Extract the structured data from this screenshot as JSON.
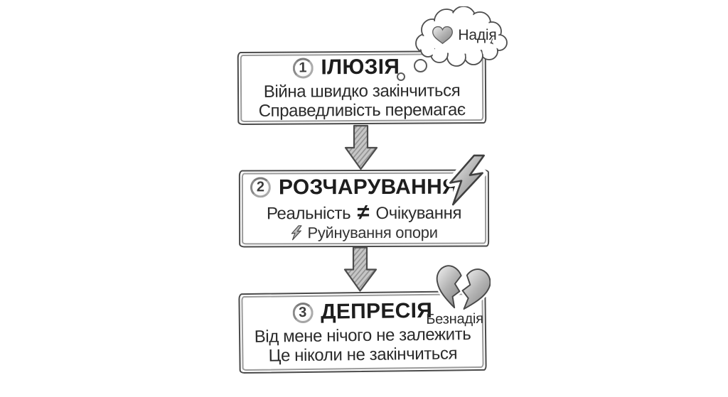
{
  "bubble": {
    "label": "Надія",
    "icon": "heart-icon"
  },
  "stages": {
    "illusion": {
      "number": "1",
      "title": "ІЛЮЗІЯ",
      "line1": "Війна швидко закінчиться",
      "line2": "Справедливість перемагає"
    },
    "disappointment": {
      "number": "2",
      "title": "РОЗЧАРУВАННЯ",
      "line1_left": "Реальність",
      "line1_symbol": "≠",
      "line1_right": "Очікування",
      "line2": "Руйнування опори",
      "corner_icon": "lightning-icon",
      "line2_icon": "lightning-icon"
    },
    "depression": {
      "number": "3",
      "title": "ДЕПРЕСІЯ",
      "side_label": "Безнадія",
      "line1": "Від мене нічого не залежить",
      "line2": "Це ніколи не закінчиться",
      "corner_icon": "broken-heart-icon"
    }
  },
  "connectors": {
    "icon": "arrow-down-icon"
  },
  "colors": {
    "background": "#ffffff",
    "ink": "#1d1d1d",
    "body_text": "#2b2b2b",
    "sketch_outline": "#4a4a4a",
    "inner_line": "#9b9b9b",
    "shade_fill": "#bdbdbd"
  }
}
